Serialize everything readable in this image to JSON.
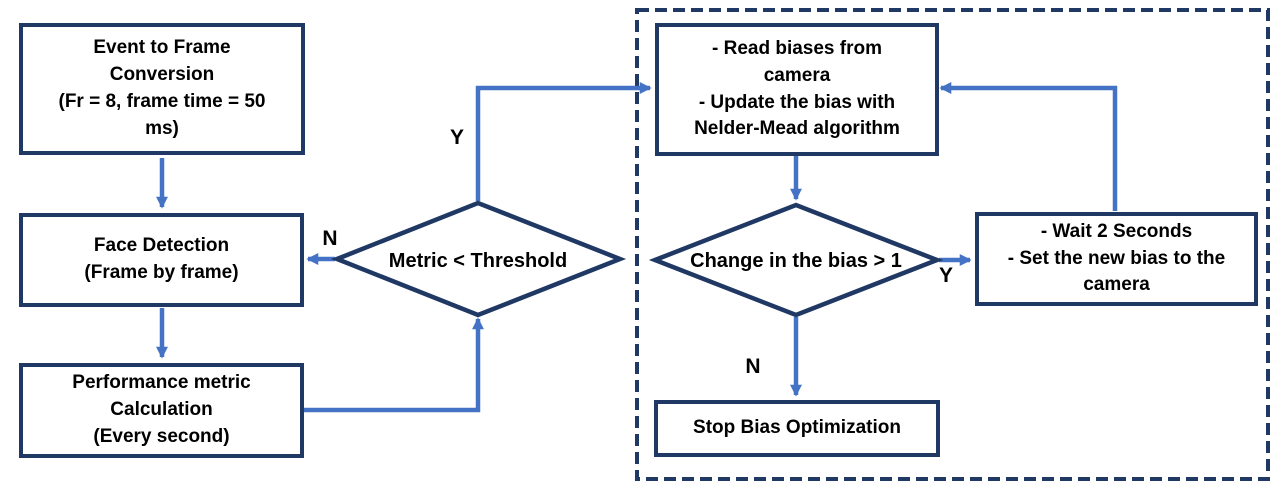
{
  "colors": {
    "node_border": "#1f3864",
    "arrow": "#4472c4",
    "text": "#000000",
    "background": "#ffffff"
  },
  "nodes": {
    "event_to_frame": {
      "lines": [
        "Event to Frame",
        "Conversion",
        "(Fr = 8, frame time = 50",
        "ms)"
      ]
    },
    "face_detection": {
      "lines": [
        "Face Detection",
        "(Frame by frame)"
      ]
    },
    "performance_metric": {
      "lines": [
        "Performance metric",
        "Calculation",
        "(Every second)"
      ]
    },
    "metric_threshold": {
      "lines": [
        "Metric <",
        "Threshold"
      ]
    },
    "read_biases": {
      "lines": [
        "- Read biases from",
        "camera",
        "- Update the bias with",
        "Nelder-Mead algorithm"
      ]
    },
    "change_in_bias": {
      "lines": [
        "Change in",
        "the bias > 1"
      ]
    },
    "wait_set_bias": {
      "lines": [
        "- Wait 2 Seconds",
        "- Set the new bias to the",
        "camera"
      ]
    },
    "stop_bias": {
      "lines": [
        "Stop Bias Optimization"
      ]
    }
  },
  "edge_labels": {
    "metric_yes": "Y",
    "metric_no": "N",
    "change_yes": "Y",
    "change_no": "N"
  }
}
